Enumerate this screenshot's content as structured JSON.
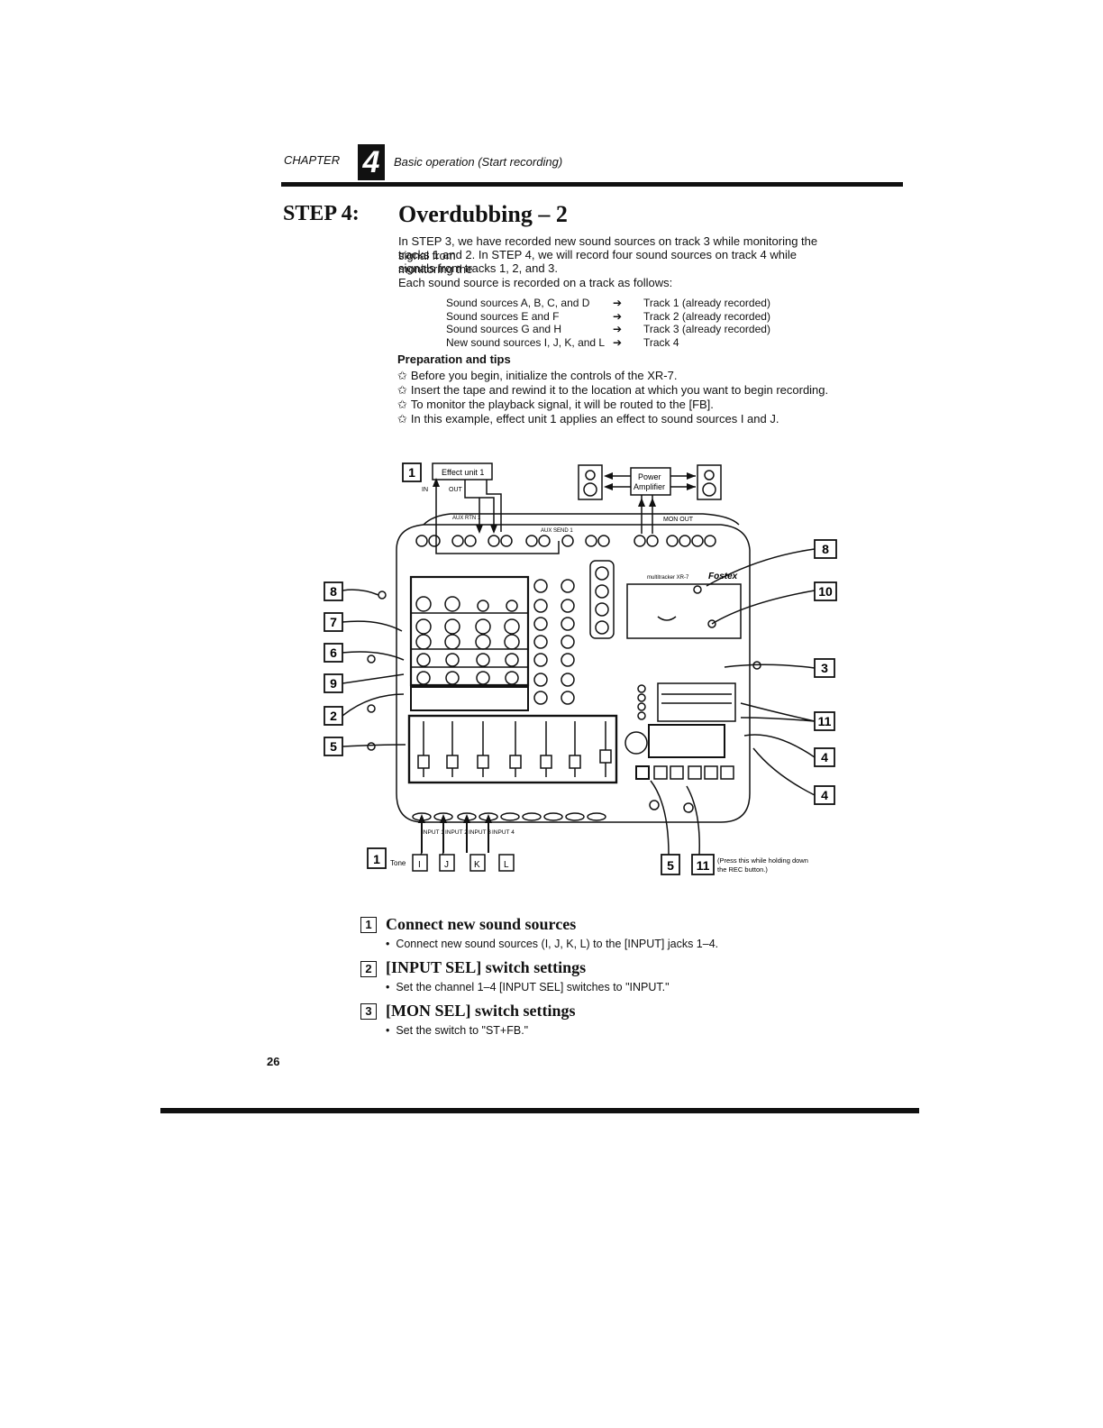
{
  "header": {
    "chapter_label": "CHAPTER",
    "chapter_number": "4",
    "subtitle": "Basic operation (Start recording)"
  },
  "step": {
    "label": "STEP 4:",
    "title": "Overdubbing – 2"
  },
  "intro": [
    "In STEP 3, we have recorded new sound sources on track 3 while monitoring the signal from",
    "tracks 1 and 2. In STEP 4, we will record four sound sources on track 4 while monitoring the",
    "signals from tracks 1, 2, and 3.",
    "Each sound source is recorded on a track as follows:"
  ],
  "mapping": [
    {
      "source": "Sound sources A, B, C, and D",
      "arrow": "➔",
      "track": "Track 1 (already recorded)"
    },
    {
      "source": "Sound sources E and F",
      "arrow": "➔",
      "track": "Track 2 (already recorded)"
    },
    {
      "source": "Sound sources G and H",
      "arrow": "➔",
      "track": "Track 3 (already recorded)"
    },
    {
      "source": "New sound sources I, J, K, and L",
      "arrow": "➔",
      "track": "Track 4"
    }
  ],
  "preparation": {
    "title": "Preparation and tips",
    "star": "✩",
    "tips": [
      "Before you begin, initialize the controls of the XR-7.",
      "Insert the tape and rewind it to the location at which you want to begin recording.",
      "To monitor the playback signal, it will be routed to the [FB].",
      "In this example, effect unit 1 applies an effect to sound sources I and J."
    ]
  },
  "diagram": {
    "effect_unit": "Effect unit 1",
    "in_label": "IN",
    "out_label": "OUT",
    "aux_rtn": "AUX RTN 1",
    "aux_send": "AUX SEND 1",
    "power_amp_line1": "Power",
    "power_amp_line2": "Amplifier",
    "mon_out": "MON OUT",
    "brand_model": "multitracker XR-7",
    "brand": "Fostex",
    "input_labels": [
      "INPUT 1",
      "INPUT 2",
      "INPUT 3",
      "INPUT 4"
    ],
    "tone_label": "Tone",
    "source_letters": [
      "I",
      "J",
      "K",
      "L"
    ],
    "left_callouts": [
      "8",
      "7",
      "6",
      "9",
      "2",
      "5"
    ],
    "right_callouts": [
      "8",
      "10",
      "3",
      "11",
      "4",
      "4"
    ],
    "bottom_callouts": [
      "1",
      "5",
      "11"
    ],
    "rec_note_line1": "(Press this while holding down",
    "rec_note_line2": "the REC button.)"
  },
  "sections": [
    {
      "number": "1",
      "title": "Connect new sound sources",
      "bullet": "Connect new sound sources (I, J, K, L) to the [INPUT] jacks 1–4."
    },
    {
      "number": "2",
      "title": "[INPUT SEL] switch settings",
      "bullet": "Set the channel 1–4 [INPUT SEL] switches to \"INPUT.\""
    },
    {
      "number": "3",
      "title": "[MON SEL] switch settings",
      "bullet": "Set the switch to \"ST+FB.\""
    }
  ],
  "page_number": "26"
}
